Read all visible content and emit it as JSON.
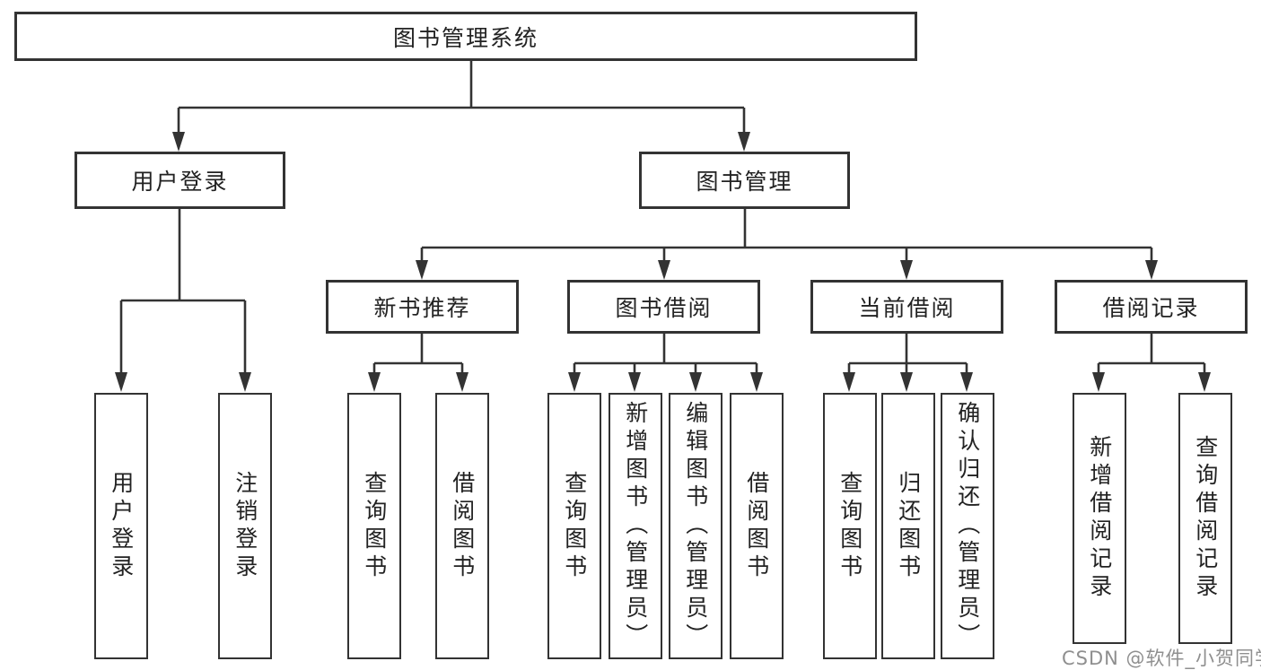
{
  "diagram": {
    "root": {
      "label": "图书管理系统"
    },
    "level2": [
      {
        "label": "用户登录"
      },
      {
        "label": "图书管理"
      }
    ],
    "level3": [
      {
        "label": "新书推荐"
      },
      {
        "label": "图书借阅"
      },
      {
        "label": "当前借阅"
      },
      {
        "label": "借阅记录"
      }
    ],
    "leaves": {
      "user_login": [
        {
          "label": "用户登录"
        },
        {
          "label": "注销登录"
        }
      ],
      "new_book_recommend": [
        {
          "label": "查询图书"
        },
        {
          "label": "借阅图书"
        }
      ],
      "book_borrowing": [
        {
          "label": "查询图书"
        },
        {
          "label": "新增图书（管理员）"
        },
        {
          "label": "编辑图书（管理员）"
        },
        {
          "label": "借阅图书"
        }
      ],
      "current_borrowing": [
        {
          "label": "查询图书"
        },
        {
          "label": "归还图书"
        },
        {
          "label": "确认归还（管理员）"
        }
      ],
      "borrowing_records": [
        {
          "label": "新增借阅记录"
        },
        {
          "label": "查询借阅记录"
        }
      ]
    },
    "colors": {
      "line": "#333333",
      "text": "#222222",
      "background": "#ffffff",
      "watermark_gray": "#8f8f8f"
    }
  },
  "watermark": {
    "text": "CSDN @软件_小贺同学"
  }
}
